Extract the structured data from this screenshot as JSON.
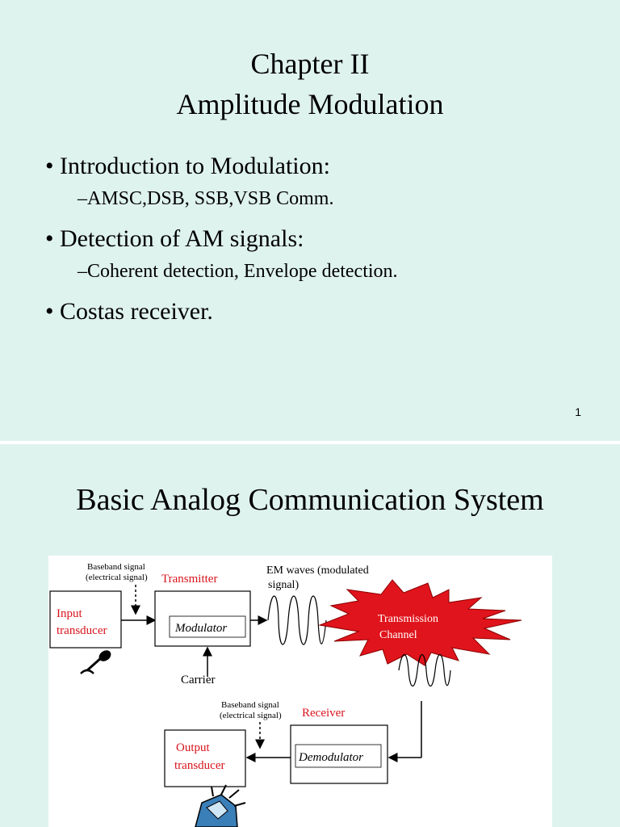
{
  "slide1": {
    "title_line1": "Chapter II",
    "title_line2": "Amplitude Modulation",
    "bullets": [
      {
        "text": "• Introduction to Modulation:",
        "sub": "–AMSC,DSB, SSB,VSB Comm."
      },
      {
        "text": "• Detection of AM signals:",
        "sub": "–Coherent detection, Envelope detection."
      },
      {
        "text": "• Costas receiver.",
        "sub": ""
      }
    ],
    "page_number": "1"
  },
  "slide2": {
    "title": "Basic Analog Communication System",
    "diagram": {
      "baseband_tx_line1": "Baseband signal",
      "baseband_tx_line2": "(electrical signal)",
      "transmitter": "Transmitter",
      "em_waves_line1": "EM waves (modulated",
      "em_waves_line2": "signal)",
      "input_line1": "Input",
      "input_line2": "transducer",
      "modulator": "Modulator",
      "carrier": "Carrier",
      "channel_line1": "Transmission",
      "channel_line2": "Channel",
      "baseband_rx_line1": "Baseband signal",
      "baseband_rx_line2": "(electrical signal)",
      "receiver": "Receiver",
      "output_line1": "Output",
      "output_line2": "transducer",
      "demodulator": "Demodulator"
    }
  },
  "colors": {
    "slide_bg": "#dff3ee",
    "accent_red": "#d8141c",
    "channel_red": "#e0141c",
    "speaker_blue": "#3a7fb8"
  }
}
